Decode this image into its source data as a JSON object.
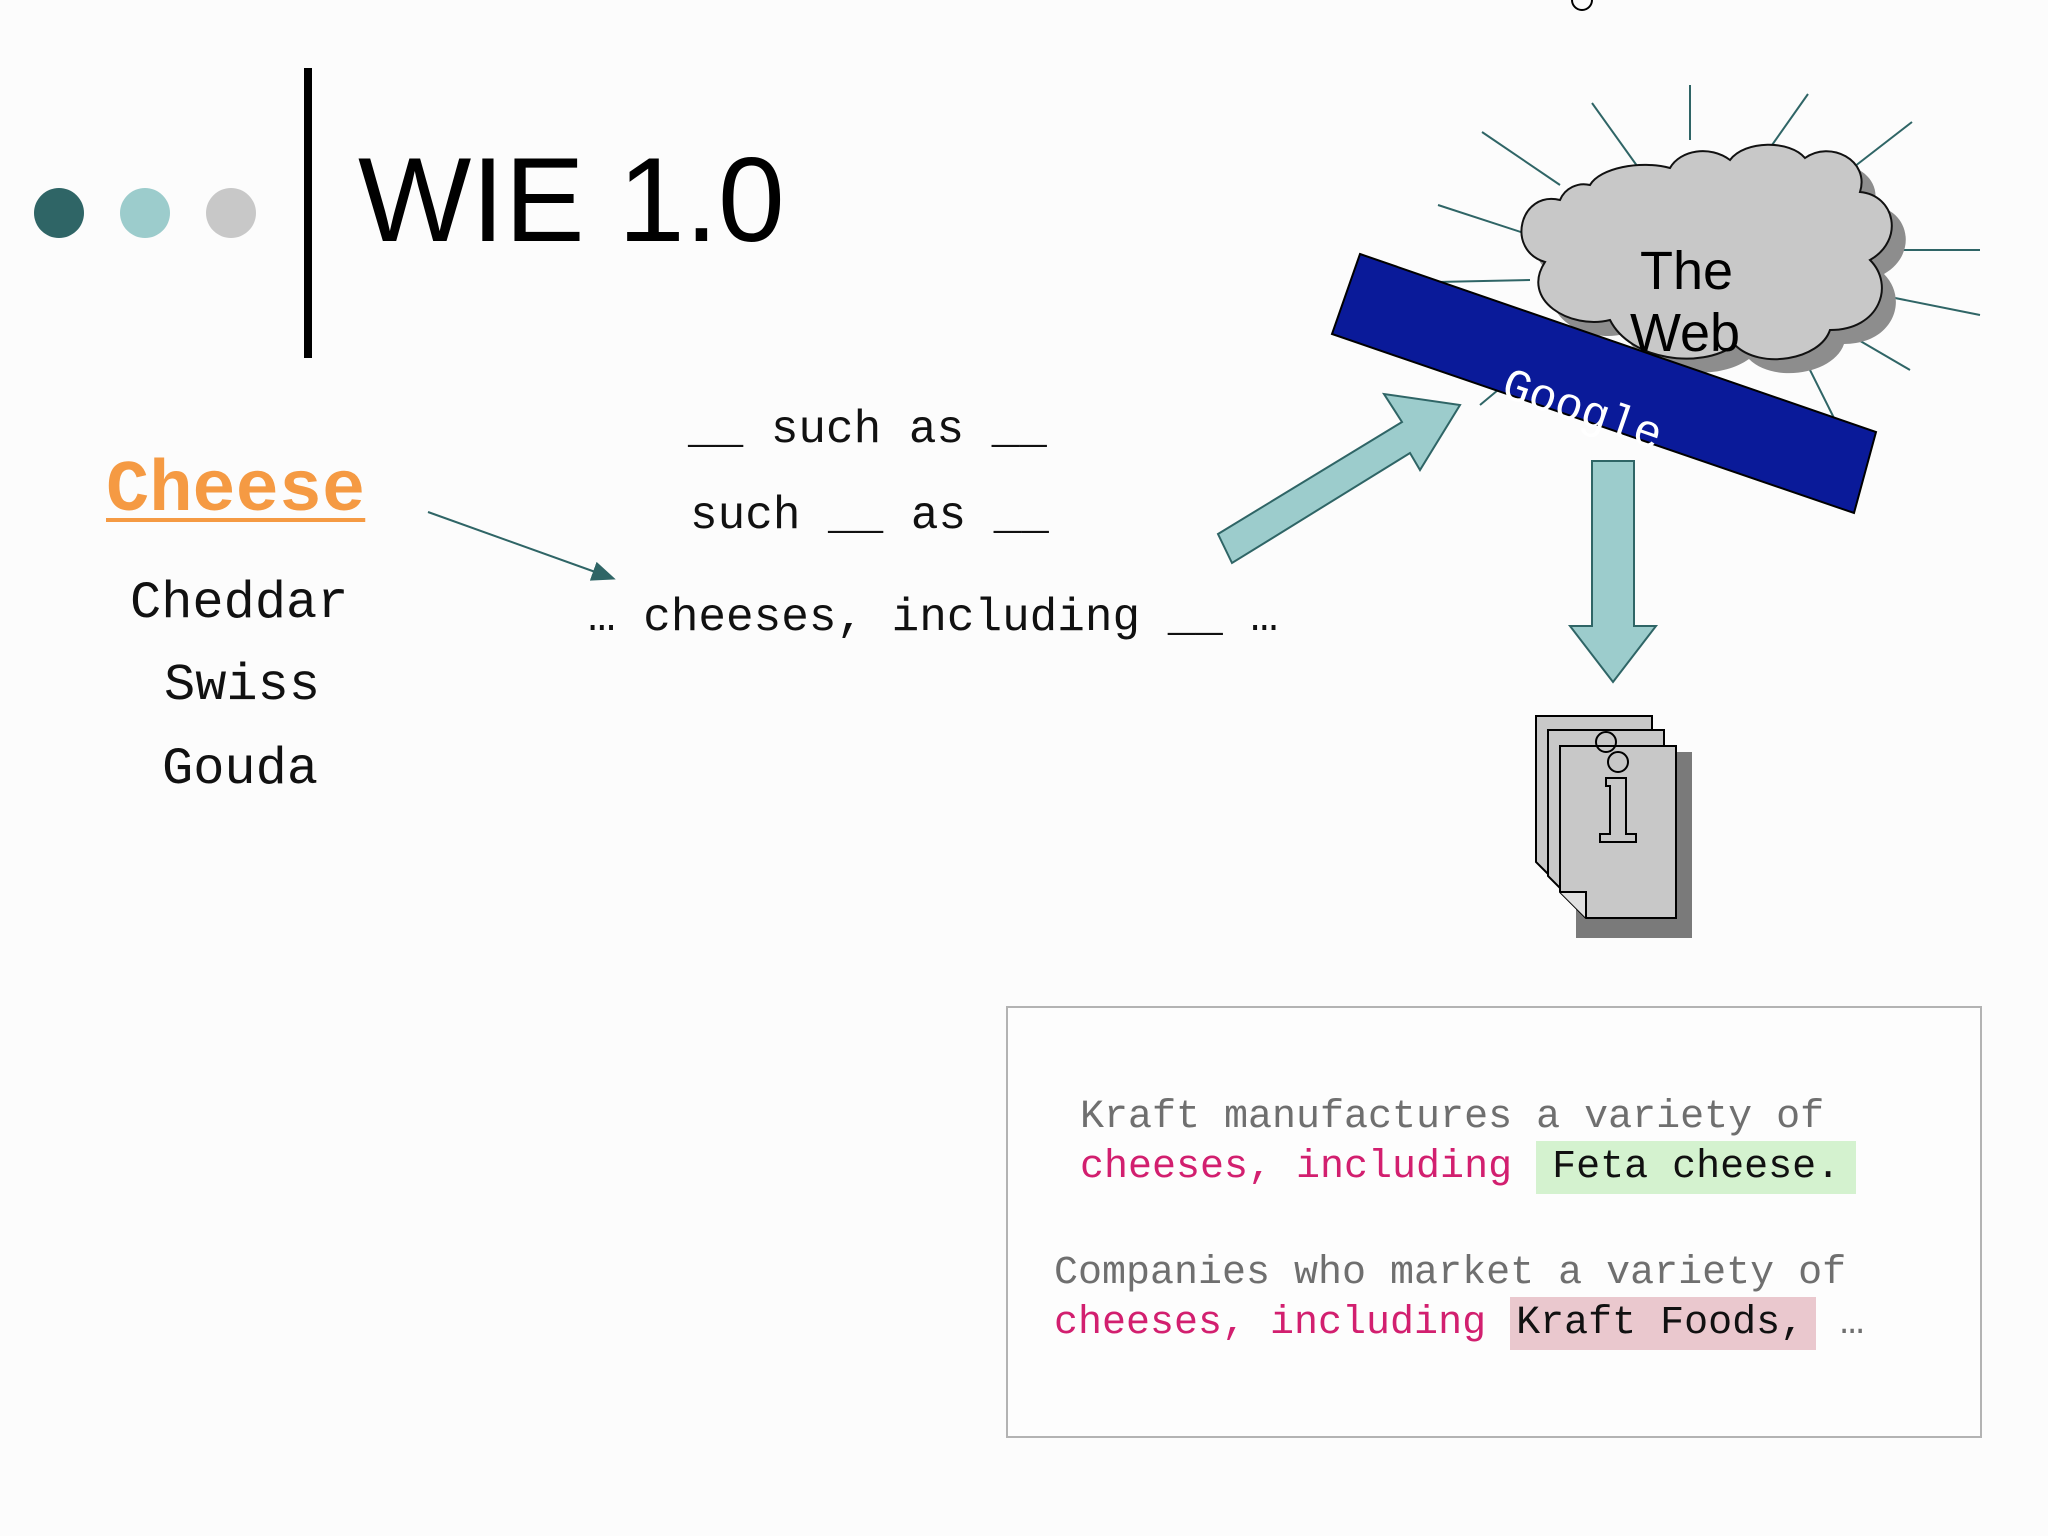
{
  "slide": {
    "title": "WIE 1.0",
    "bullet_colors": [
      "#2f6566",
      "#9ccccc",
      "#c8c8c8"
    ]
  },
  "concept": {
    "label": "Cheese",
    "instances": [
      "Cheddar",
      "Swiss",
      "Gouda"
    ]
  },
  "patterns": [
    "__ such as __",
    "such __ as __",
    "… cheeses, including __ …"
  ],
  "web": {
    "cloud_label_line1": "The",
    "cloud_label_line2": "Web",
    "search_engine": "Google"
  },
  "documents_icon": "info-documents-icon",
  "results": {
    "result1": {
      "prefix": "Kraft manufactures a variety of",
      "pattern": "cheeses, including",
      "extraction": "Feta cheese."
    },
    "result2": {
      "prefix": "Companies who market a variety of",
      "pattern": "cheeses, including",
      "extraction": "Kraft Foods,",
      "ellipsis": "…"
    }
  },
  "colors": {
    "concept": "#f59a43",
    "arrow": "#9ccccc",
    "google_bar": "#0a1a99",
    "pattern_highlight": "#d21f6f",
    "good_extraction": "#d4f2cf",
    "bad_extraction": "#eac8ce"
  }
}
